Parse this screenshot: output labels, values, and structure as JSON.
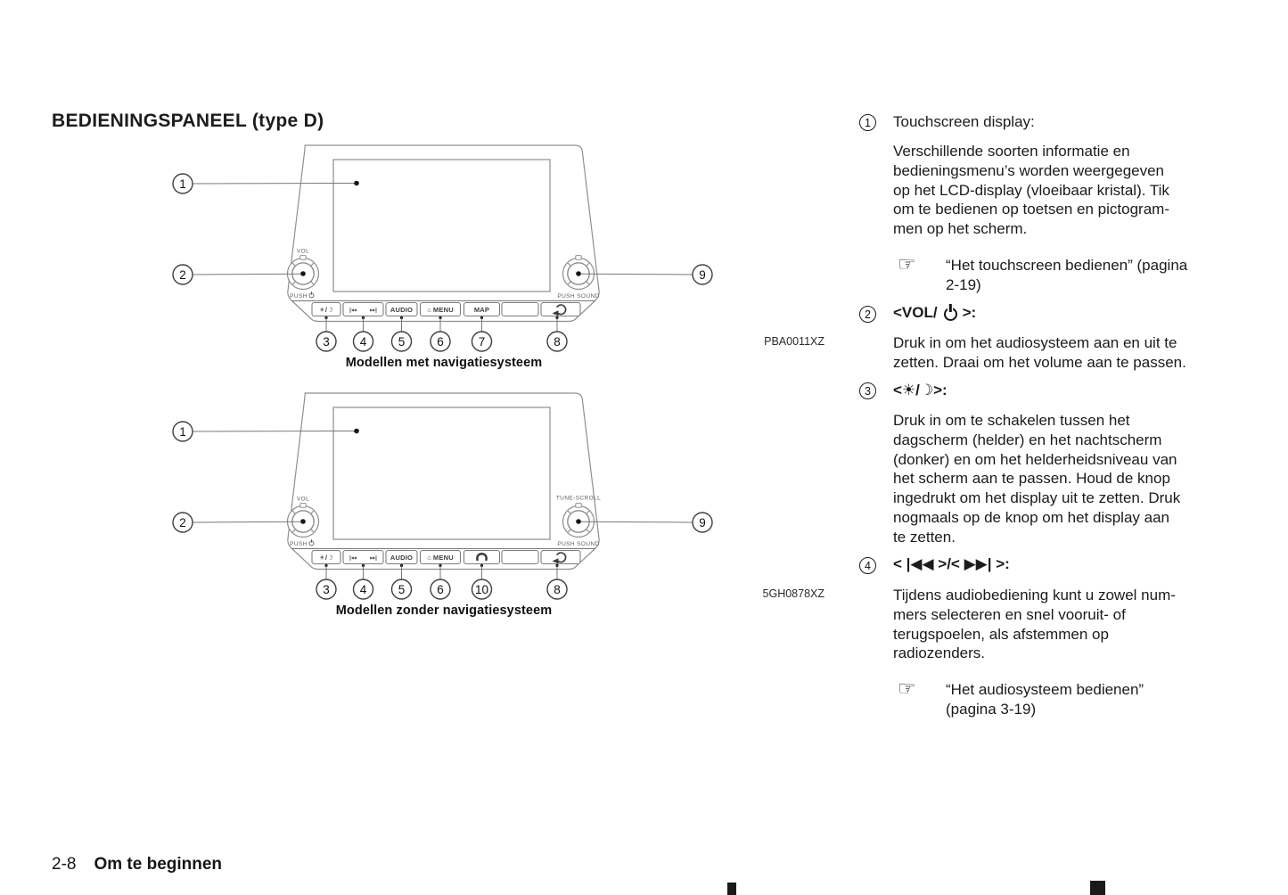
{
  "page": {
    "title": "BEDIENINGSPANEEL (type D)",
    "footer_page": "2-8",
    "footer_section": "Om te beginnen"
  },
  "figures": {
    "fig1": {
      "code": "PBA0011XZ",
      "caption": "Modellen met navigatiesysteem",
      "labels": {
        "vol": "VOL",
        "push": "PUSH",
        "push_sound": "PUSH SOUND"
      },
      "buttons": {
        "day_night": "☀/☽",
        "seek_back": "|◂◂",
        "seek_fwd": "▸▸|",
        "audio": "AUDIO",
        "home": "⌂",
        "menu": "MENU",
        "map": "MAP"
      },
      "callouts": {
        "screen": "1",
        "vol_knob": "2",
        "day_night": "3",
        "seek": "4",
        "audio": "5",
        "menu": "6",
        "map": "7",
        "back": "8",
        "sound_knob": "9"
      }
    },
    "fig2": {
      "code": "5GH0878XZ",
      "caption": "Modellen zonder navigatiesysteem",
      "labels": {
        "vol": "VOL",
        "push": "PUSH",
        "push_sound": "PUSH SOUND",
        "tune_scroll": "TUNE-SCROLL"
      },
      "buttons": {
        "day_night": "☀/☽",
        "seek_back": "|◂◂",
        "seek_fwd": "▸▸|",
        "audio": "AUDIO",
        "home": "⌂",
        "menu": "MENU"
      },
      "callouts": {
        "screen": "1",
        "vol_knob": "2",
        "day_night": "3",
        "seek": "4",
        "audio": "5",
        "menu": "6",
        "phone": "10",
        "back": "8",
        "sound_knob": "9"
      }
    }
  },
  "legend": {
    "manicule": "☞",
    "item1": {
      "num": "1",
      "title": "Touchscreen display:",
      "body": "Verschillende soorten informatie en\nbedieningsmenu’s worden weergegeven\nop het LCD-display (vloeibaar kristal). Tik\nom te bedienen op toetsen en pictogram-\nmen op het scherm.",
      "ref": "“Het touchscreen bedienen” (pagina\n2-19)"
    },
    "item2": {
      "num": "2",
      "title_pre": "<VOL/",
      "title_post": ">:",
      "body": "Druk in om het audiosysteem aan en uit te\nzetten. Draai om het volume aan te passen."
    },
    "item3": {
      "num": "3",
      "title": "<☀/☽>:",
      "body": "Druk in om te schakelen tussen het\ndagscherm (helder) en het nachtscherm\n(donker) en om het helderheidsniveau van\nhet scherm aan te passen. Houd de knop\ningedrukt om het display uit te zetten. Druk\nnogmaals op de knop om het display aan\nte zetten."
    },
    "item4": {
      "num": "4",
      "title": "< |◀◀ >/< ▶▶| >:",
      "body": "Tijdens audiobediening kunt u zowel num-\nmers selecteren en snel vooruit- of\nterugspoelen, als afstemmen op\nradiozenders.",
      "ref": "“Het audiosysteem bedienen”\n(pagina 3-19)"
    }
  }
}
